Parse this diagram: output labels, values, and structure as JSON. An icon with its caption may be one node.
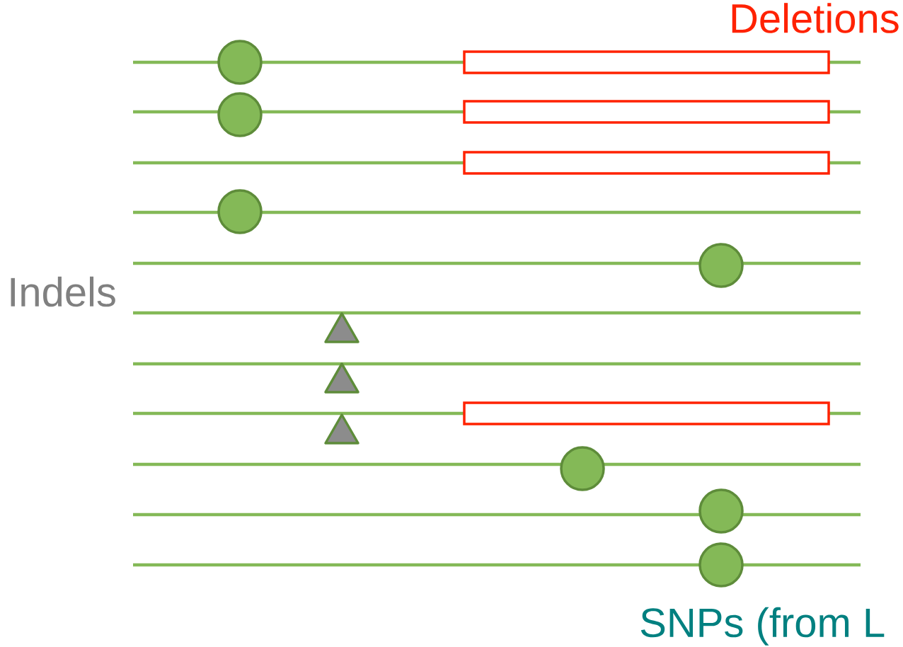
{
  "diagram": {
    "labels": [
      "Deletions",
      "Indels",
      "SNPs (from L"
    ]
  }
}
